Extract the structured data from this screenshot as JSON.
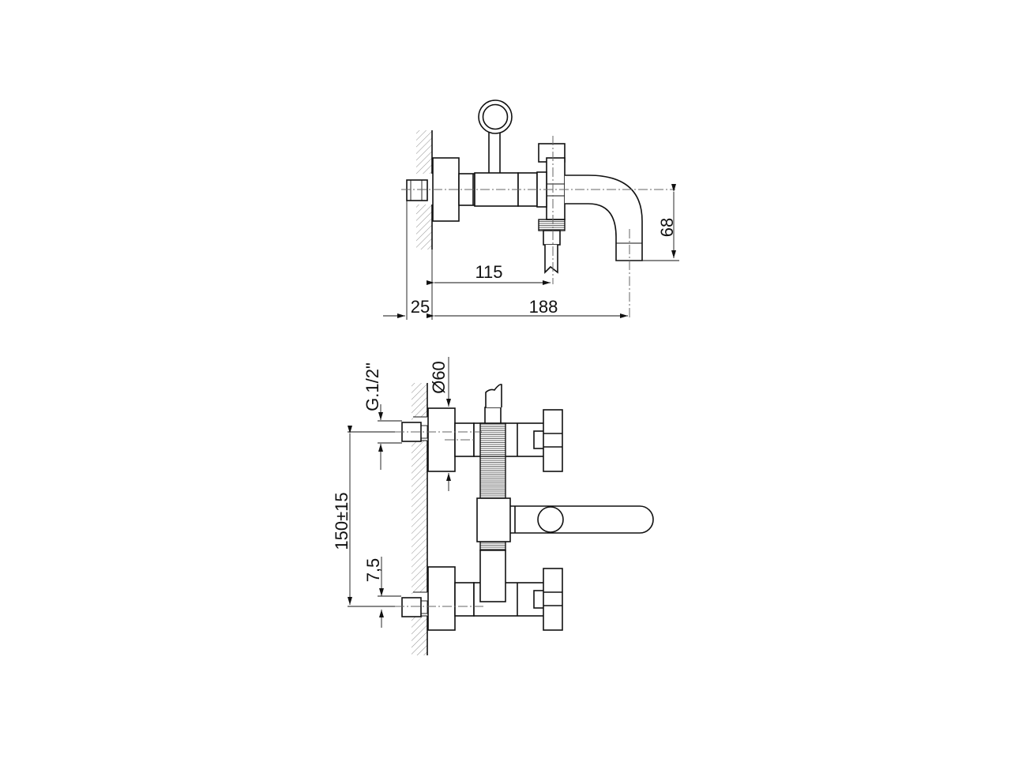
{
  "drawing": {
    "subject": "Wall-mounted bath mixer with diverter and spout",
    "views": [
      "side-view",
      "front-view"
    ]
  },
  "side_view": {
    "dimensions": {
      "wall_offset": "25",
      "inlet_to_diverter": "115",
      "total_projection": "188",
      "spout_height": "68"
    }
  },
  "front_view": {
    "dimensions": {
      "thread": "G.1/2\"",
      "flange_diameter": "Ø60",
      "inlet_spacing": "150±15",
      "eccentric_offset": "7,5"
    }
  },
  "colors": {
    "line": "#111111",
    "centerline": "#666666",
    "hatch": "#777777",
    "background": "#ffffff"
  }
}
